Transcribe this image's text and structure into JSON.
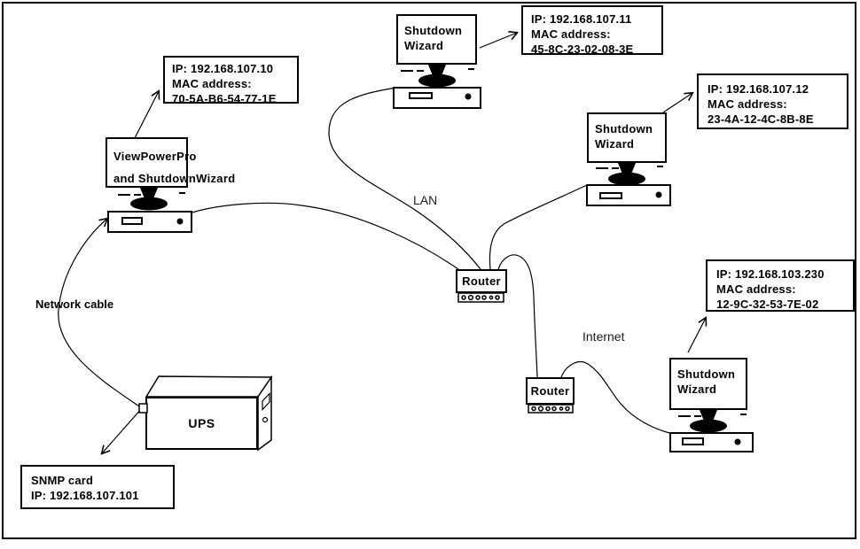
{
  "colors": {
    "stroke": "#000000",
    "background": "#ffffff"
  },
  "nodes": {
    "computers": [
      {
        "name_line1": "Shutdown",
        "name_line2": "Wizard",
        "info": [
          "IP: 192.168.107.11",
          "MAC address:",
          "45-8C-23-02-08-3E"
        ]
      },
      {
        "name_line1": "ViewPowerPro",
        "name_line2": "and ShutdownWizard",
        "info": [
          "IP: 192.168.107.10",
          "MAC address:",
          "70-5A-B6-54-77-1E"
        ]
      },
      {
        "name_line1": "Shutdown",
        "name_line2": "Wizard",
        "info": [
          "IP: 192.168.107.12",
          "MAC address:",
          "23-4A-12-4C-8B-8E"
        ]
      },
      {
        "name_line1": "Shutdown",
        "name_line2": "Wizard",
        "info": [
          "IP: 192.168.103.230",
          "MAC address:",
          "12-9C-32-53-7E-02"
        ]
      }
    ],
    "routers": [
      {
        "label": "Router"
      },
      {
        "label": "Router"
      }
    ],
    "ups": {
      "label": "UPS",
      "info": [
        "SNMP card",
        "IP: 192.168.107.101"
      ]
    }
  },
  "annotations": {
    "network_cable": "Network cable",
    "lan": "LAN",
    "internet": "Internet"
  }
}
